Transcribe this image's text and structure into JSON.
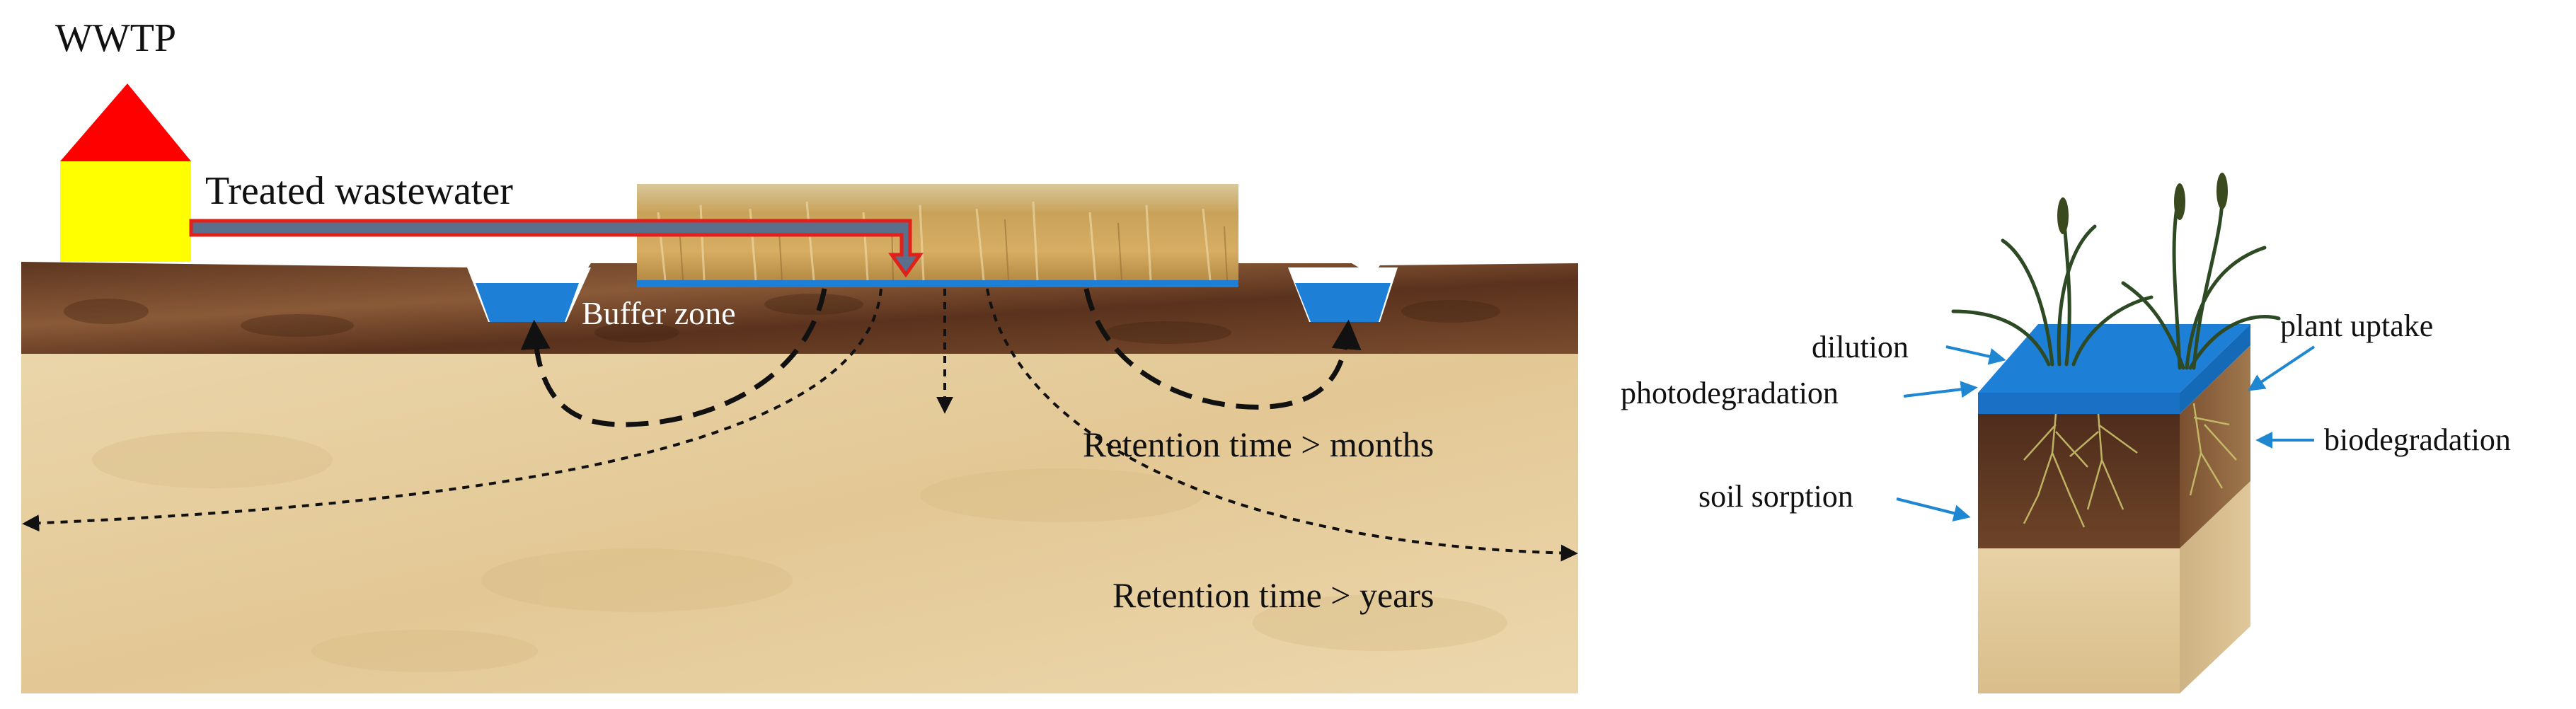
{
  "left_panel": {
    "plant_label": "WWTP",
    "flow_label": "Treated wastewater",
    "buffer_label": "Buffer zone",
    "retention_short": "Retention time > months",
    "retention_long": "Retention time > years"
  },
  "right_panel": {
    "processes": [
      "dilution",
      "photodegradation",
      "soil sorption",
      "plant uptake",
      "biodegradation"
    ]
  },
  "colors": {
    "roof": "#ff0000",
    "building": "#ffff00",
    "pipe_outline": "#e0201a",
    "pipe_fill": "#5a6f8c",
    "water": "#1e7fd6",
    "topsoil": "#6b3f24",
    "subsoil": "#e7cf9f",
    "arrow": "#1f86d1"
  }
}
